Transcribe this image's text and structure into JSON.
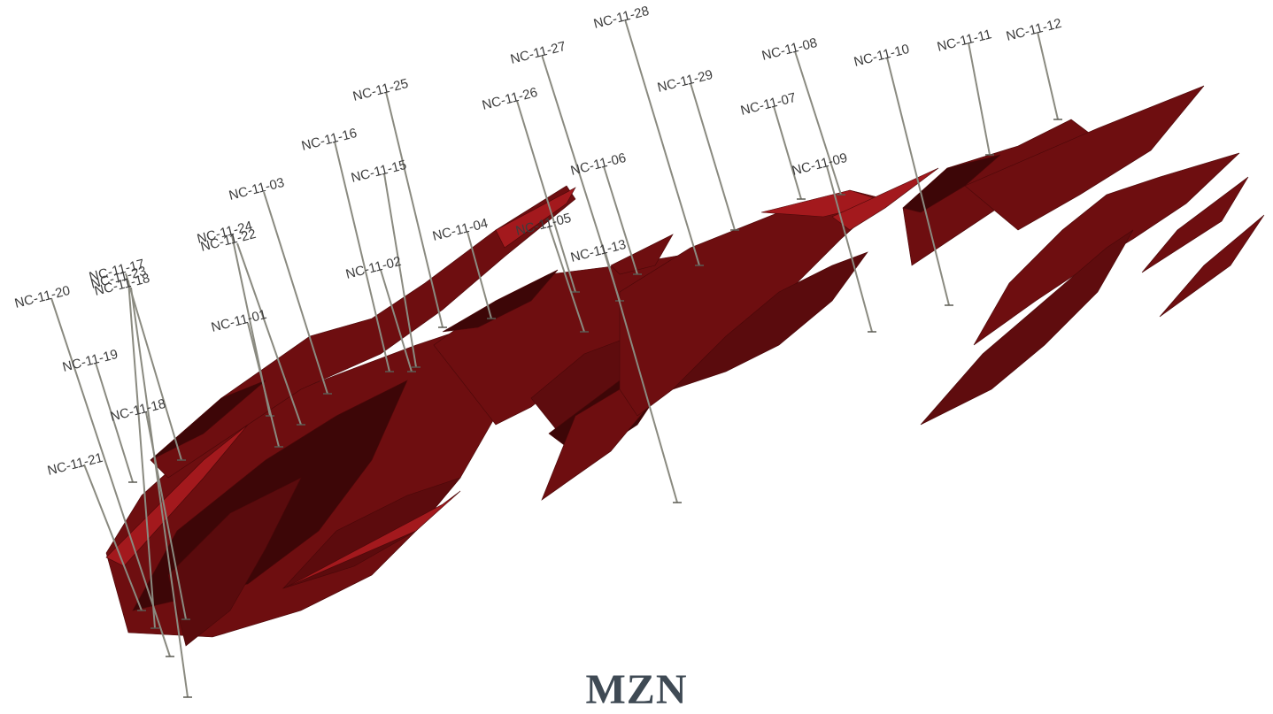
{
  "caption": "MZN",
  "colors": {
    "solid": "#6e0e10",
    "solid_dark": "#3d0607",
    "solid_light": "#a3191d",
    "drill_trace": "#8a8a80",
    "label": "#3c3c3c"
  },
  "drill_holes": [
    {
      "id": "NC-11-20"
    },
    {
      "id": "NC-11-17"
    },
    {
      "id": "NC-11-23"
    },
    {
      "id": "NC-11-18"
    },
    {
      "id": "NC-11-19"
    },
    {
      "id": "NC-11-21"
    },
    {
      "id": "NC-11-18"
    },
    {
      "id": "NC-11-24"
    },
    {
      "id": "NC-11-22"
    },
    {
      "id": "NC-11-03"
    },
    {
      "id": "NC-11-01"
    },
    {
      "id": "NC-11-16"
    },
    {
      "id": "NC-11-25"
    },
    {
      "id": "NC-11-15"
    },
    {
      "id": "NC-11-02"
    },
    {
      "id": "NC-11-04"
    },
    {
      "id": "NC-11-27"
    },
    {
      "id": "NC-11-26"
    },
    {
      "id": "NC-11-05"
    },
    {
      "id": "NC-11-28"
    },
    {
      "id": "NC-11-06"
    },
    {
      "id": "NC-11-13"
    },
    {
      "id": "NC-11-29"
    },
    {
      "id": "NC-11-08"
    },
    {
      "id": "NC-11-07"
    },
    {
      "id": "NC-11-09"
    },
    {
      "id": "NC-11-10"
    },
    {
      "id": "NC-11-11"
    },
    {
      "id": "NC-11-12"
    }
  ]
}
